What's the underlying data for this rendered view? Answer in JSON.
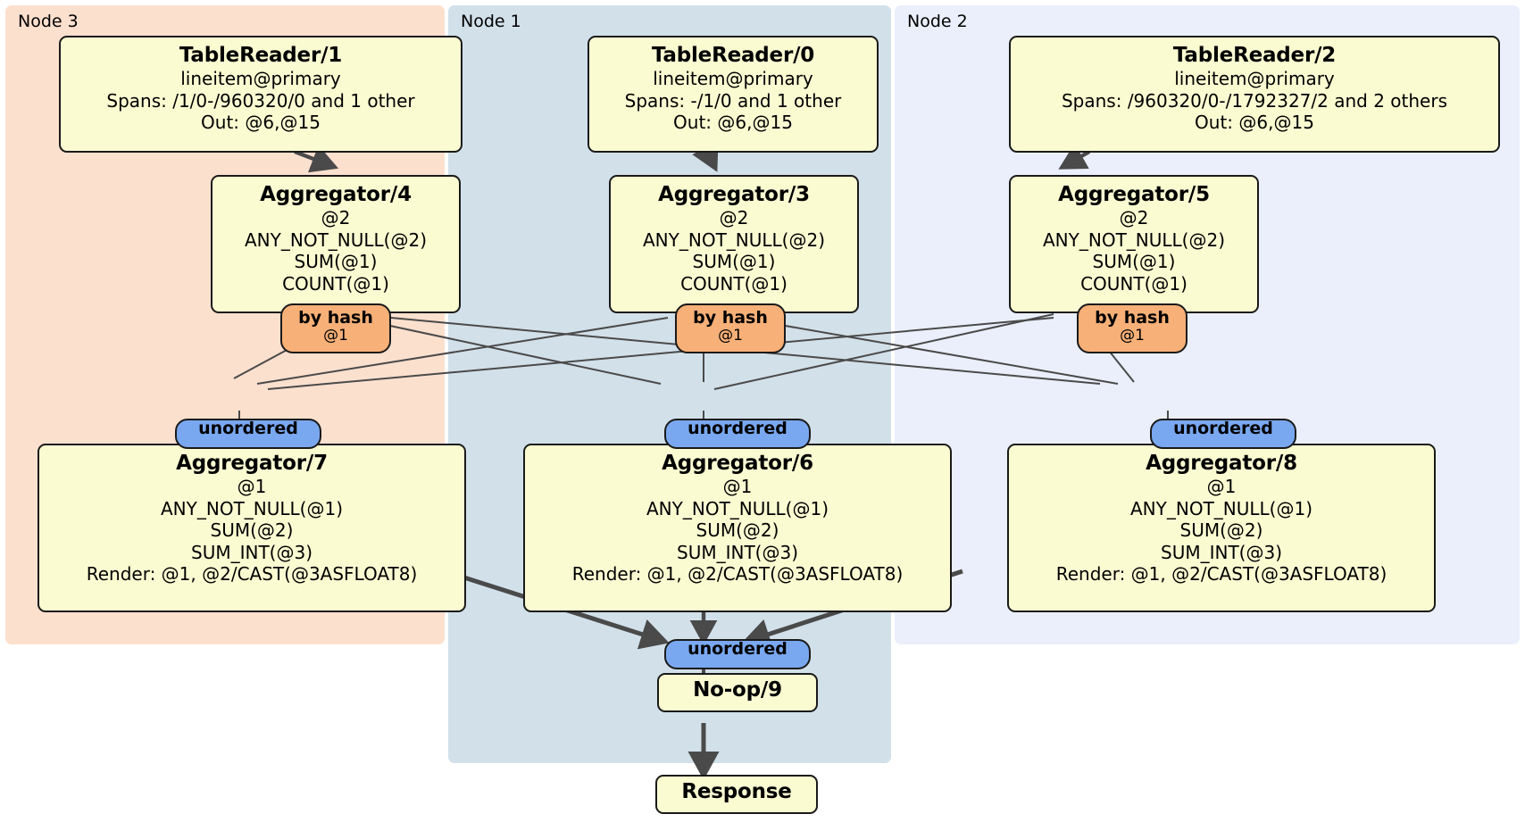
{
  "diagram": {
    "type": "distributed-query-plan",
    "panels": [
      {
        "id": "node3",
        "label": "Node 3",
        "color": "#fce0ce"
      },
      {
        "id": "node1",
        "label": "Node 1",
        "color": "#d2e0ea"
      },
      {
        "id": "node2",
        "label": "Node 2",
        "color": "#eaeffb"
      }
    ],
    "colors": {
      "box_fill": "#fbfbd2",
      "box_border": "#1a1a1a",
      "hash_router": "#f7b077",
      "unordered_sync": "#7aa8f0",
      "edge": "#4a4a4a",
      "panel_node3": "#fce0ce",
      "panel_node1": "#d2e0ea",
      "panel_node2": "#eaeffb"
    },
    "readers": [
      {
        "id": "tablereader-1",
        "title": "TableReader/1",
        "lines": [
          "lineitem@primary",
          "Spans: /1/0-/960320/0 and 1 other",
          "Out: @6,@15"
        ]
      },
      {
        "id": "tablereader-0",
        "title": "TableReader/0",
        "lines": [
          "lineitem@primary",
          "Spans: -/1/0 and 1 other",
          "Out: @6,@15"
        ]
      },
      {
        "id": "tablereader-2",
        "title": "TableReader/2",
        "lines": [
          "lineitem@primary",
          "Spans: /960320/0-/1792327/2 and 2 others",
          "Out: @6,@15"
        ]
      }
    ],
    "stage1_aggregators": [
      {
        "id": "aggregator-4",
        "title": "Aggregator/4",
        "lines": [
          "@2",
          "ANY_NOT_NULL(@2)",
          "SUM(@1)",
          "COUNT(@1)"
        ]
      },
      {
        "id": "aggregator-3",
        "title": "Aggregator/3",
        "lines": [
          "@2",
          "ANY_NOT_NULL(@2)",
          "SUM(@1)",
          "COUNT(@1)"
        ]
      },
      {
        "id": "aggregator-5",
        "title": "Aggregator/5",
        "lines": [
          "@2",
          "ANY_NOT_NULL(@2)",
          "SUM(@1)",
          "COUNT(@1)"
        ]
      }
    ],
    "hash_routers": [
      {
        "id": "by-hash-left",
        "title": "by hash",
        "sub": "@1"
      },
      {
        "id": "by-hash-center",
        "title": "by hash",
        "sub": "@1"
      },
      {
        "id": "by-hash-right",
        "title": "by hash",
        "sub": "@1"
      }
    ],
    "stage2_syncs": [
      {
        "id": "unordered-left",
        "title": "unordered"
      },
      {
        "id": "unordered-center",
        "title": "unordered"
      },
      {
        "id": "unordered-right",
        "title": "unordered"
      }
    ],
    "stage2_aggregators": [
      {
        "id": "aggregator-7",
        "title": "Aggregator/7",
        "lines": [
          "@1",
          "ANY_NOT_NULL(@1)",
          "SUM(@2)",
          "SUM_INT(@3)",
          "Render: @1, @2/CAST(@3ASFLOAT8)"
        ]
      },
      {
        "id": "aggregator-6",
        "title": "Aggregator/6",
        "lines": [
          "@1",
          "ANY_NOT_NULL(@1)",
          "SUM(@2)",
          "SUM_INT(@3)",
          "Render: @1, @2/CAST(@3ASFLOAT8)"
        ]
      },
      {
        "id": "aggregator-8",
        "title": "Aggregator/8",
        "lines": [
          "@1",
          "ANY_NOT_NULL(@1)",
          "SUM(@2)",
          "SUM_INT(@3)",
          "Render: @1, @2/CAST(@3ASFLOAT8)"
        ]
      }
    ],
    "final_sync": {
      "id": "unordered-final",
      "title": "unordered"
    },
    "noop": {
      "id": "no-op-9",
      "title": "No-op/9"
    },
    "response": {
      "id": "response",
      "title": "Response"
    }
  }
}
